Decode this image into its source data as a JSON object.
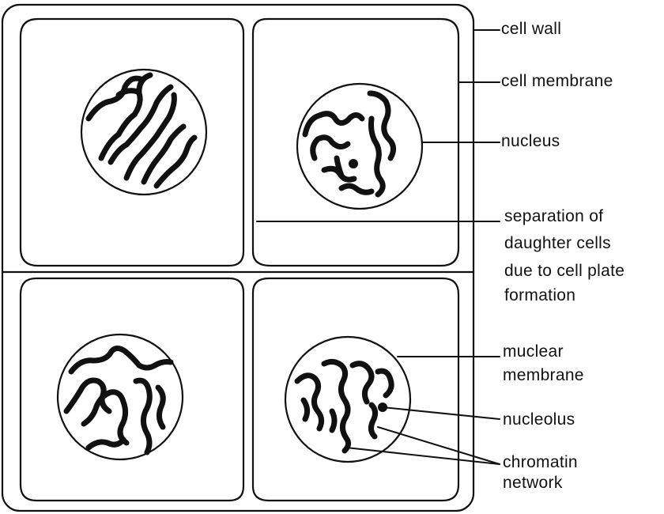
{
  "labels": {
    "cell_wall": "cell wall",
    "cell_membrane": "cell membrane",
    "nucleus": "nucleus",
    "separation": [
      "separation of",
      "daughter cells",
      "due to cell plate",
      "formation"
    ],
    "nuclear_membrane": [
      "muclear",
      "membrane"
    ],
    "nucleolus": "nucleolus",
    "chromatin_network": [
      "chromatin",
      "network"
    ]
  },
  "colors": {
    "ink": "#111111",
    "background": "#ffffff"
  }
}
